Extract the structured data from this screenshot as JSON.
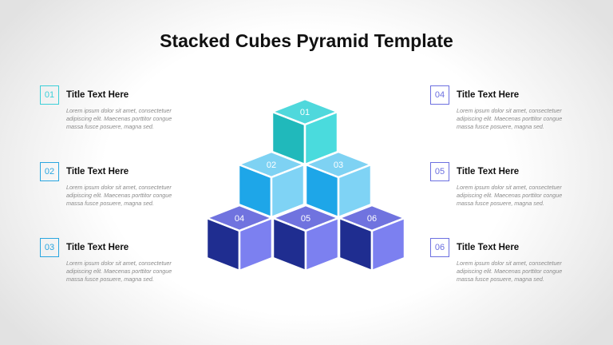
{
  "title": "Stacked Cubes Pyramid Template",
  "colors": {
    "teal": "#3ccfd8",
    "sky": "#2aa6e0",
    "indigo": "#6c70e0"
  },
  "items": [
    {
      "num": "01",
      "title": "Title Text Here",
      "body": "Lorem ipsum dolor sit amet, consectetuer adipiscing elit. Maecenas porttitor congue massa fusce posuere, magna sed."
    },
    {
      "num": "02",
      "title": "Title Text Here",
      "body": "Lorem ipsum dolor sit amet, consectetuer adipiscing elit. Maecenas porttitor congue massa fusce posuere, magna sed."
    },
    {
      "num": "03",
      "title": "Title Text Here",
      "body": "Lorem ipsum dolor sit amet, consectetuer adipiscing elit. Maecenas porttitor congue massa fusce posuere, magna sed."
    },
    {
      "num": "04",
      "title": "Title Text Here",
      "body": "Lorem ipsum dolor sit amet, consectetuer adipiscing elit. Maecenas porttitor congue massa fusce posuere, magna sed."
    },
    {
      "num": "05",
      "title": "Title Text Here",
      "body": "Lorem ipsum dolor sit amet, consectetuer adipiscing elit. Maecenas porttitor congue massa fusce posuere, magna sed."
    },
    {
      "num": "06",
      "title": "Title Text Here",
      "body": "Lorem ipsum dolor sit amet, consectetuer adipiscing elit. Maecenas porttitor congue massa fusce posuere, magna sed."
    }
  ],
  "cubes": [
    {
      "label": "01",
      "top": "#4fd8dc",
      "left": "#20b9bb",
      "right": "#4adbdd"
    },
    {
      "label": "02",
      "top": "#7ed2f3",
      "left": "#1ea6e8",
      "right": "#7fd3f5"
    },
    {
      "label": "03",
      "top": "#7ed2f3",
      "left": "#1ea6e8",
      "right": "#7fd3f5"
    },
    {
      "label": "04",
      "top": "#7073df",
      "left": "#1f2d90",
      "right": "#7c80f0"
    },
    {
      "label": "05",
      "top": "#7073df",
      "left": "#1f2d90",
      "right": "#7c80f0"
    },
    {
      "label": "06",
      "top": "#7073df",
      "left": "#1f2d90",
      "right": "#7c80f0"
    }
  ]
}
